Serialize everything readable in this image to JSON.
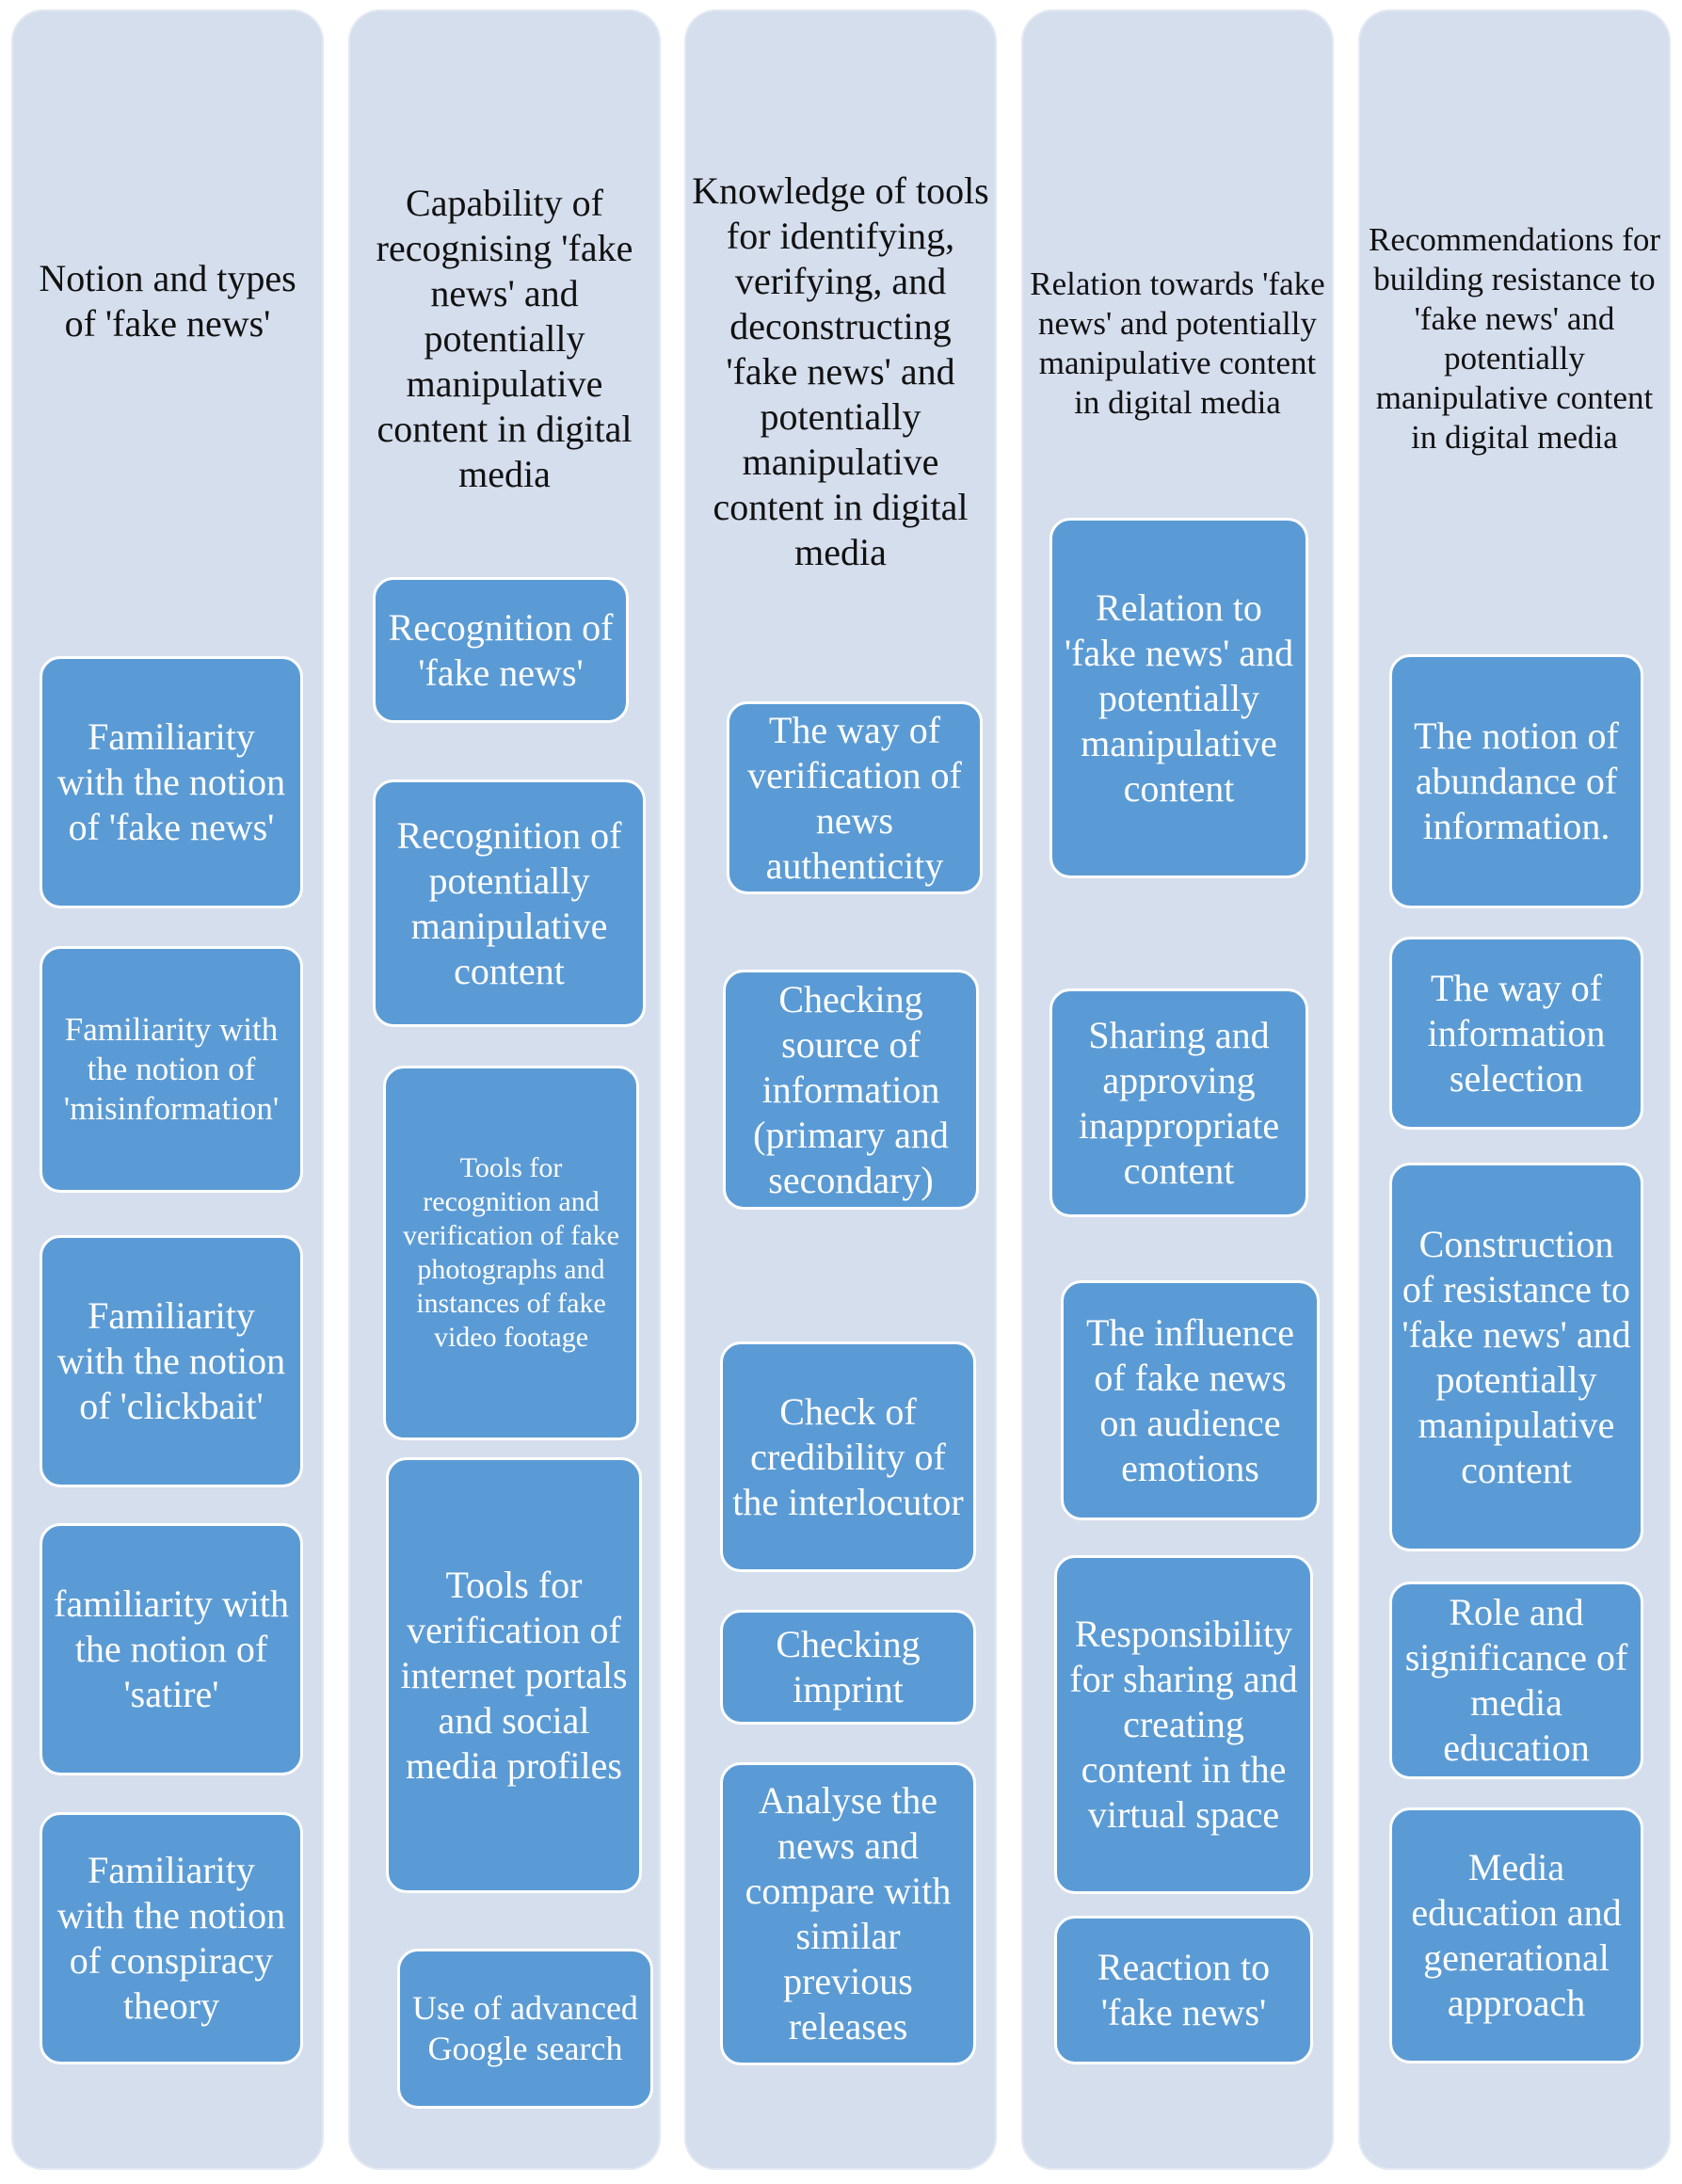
{
  "columns": [
    {
      "title": "Notion and types of 'fake news'",
      "items": [
        "Familiarity with the notion of 'fake news'",
        "Familiarity with the notion of 'misinformation'",
        "Familiarity with the notion of 'clickbait'",
        "familiarity with the notion of 'satire'",
        "Familiarity with the notion of conspiracy theory"
      ]
    },
    {
      "title": "Capability of recognising 'fake news' and potentially manipulative content in digital media",
      "items": [
        "Recognition of 'fake news'",
        "Recognition of potentially manipulative content",
        "Tools for recognition and verification of fake photographs and instances of fake video footage",
        "Tools for verification of internet portals and social media profiles",
        "Use of advanced Google search"
      ]
    },
    {
      "title": "Knowledge of tools for identifying, verifying, and deconstructing 'fake news' and potentially manipulative content in digital media",
      "items": [
        "The way of verification of news authenticity",
        "Checking source of information (primary and secondary)",
        "Check of credibility of the interlocutor",
        "Checking imprint",
        "Analyse the news and compare with similar previous releases"
      ]
    },
    {
      "title": "Relation towards 'fake news' and potentially manipulative content in digital media",
      "items": [
        "Relation to 'fake news' and potentially manipulative content",
        "Sharing and approving inappropriate content",
        "The influence of fake news on audience emotions",
        "Responsibility for sharing and creating content in the virtual space",
        "Reaction to 'fake news'"
      ]
    },
    {
      "title": "Recommendations for building resistance to 'fake news' and potentially manipulative content in digital media",
      "items": [
        "The notion of abundance of information.",
        "The way of information selection",
        "Construction of resistance to 'fake news' and potentially manipulative content",
        "Role and significance of media education",
        "Media education and generational approach"
      ]
    }
  ]
}
